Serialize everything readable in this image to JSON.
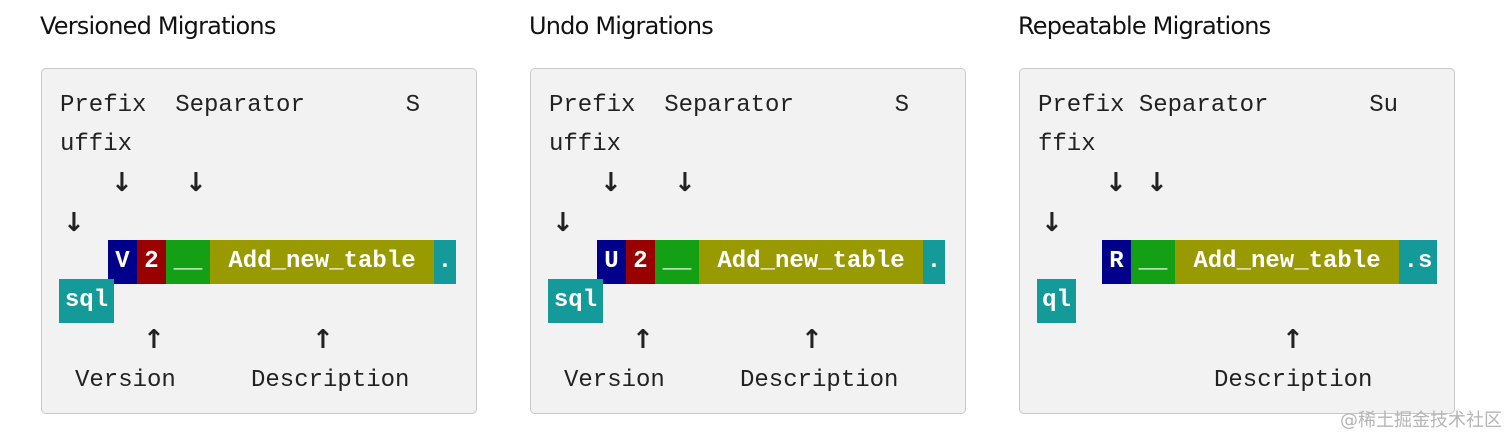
{
  "panels": [
    {
      "title": "Versioned Migrations",
      "label_line1": "Prefix  Separator       S",
      "label_line2": "uffix",
      "segments": [
        "V",
        "2",
        "__",
        "Add_new_table",
        ".",
        "sql"
      ],
      "bottom_labels": [
        "Version",
        "Description"
      ]
    },
    {
      "title": "Undo Migrations",
      "label_line1": "Prefix  Separator       S",
      "label_line2": "uffix",
      "segments": [
        "U",
        "2",
        "__",
        "Add_new_table",
        ".",
        "sql"
      ],
      "bottom_labels": [
        "Version",
        "Description"
      ]
    },
    {
      "title": "Repeatable Migrations",
      "label_line1": "Prefix Separator       Su",
      "label_line2": "ffix",
      "segments": [
        "R",
        "__",
        "Add_new_table",
        ".s",
        "ql"
      ],
      "bottom_labels": [
        "Description"
      ]
    }
  ],
  "icons": {
    "down_arrow": "↓",
    "up_arrow": "↑"
  },
  "colors": {
    "prefix": "#00008b",
    "version": "#990000",
    "separator": "#14a014",
    "description": "#999900",
    "suffix": "#159a9a"
  },
  "watermark": "@稀土掘金技术社区"
}
